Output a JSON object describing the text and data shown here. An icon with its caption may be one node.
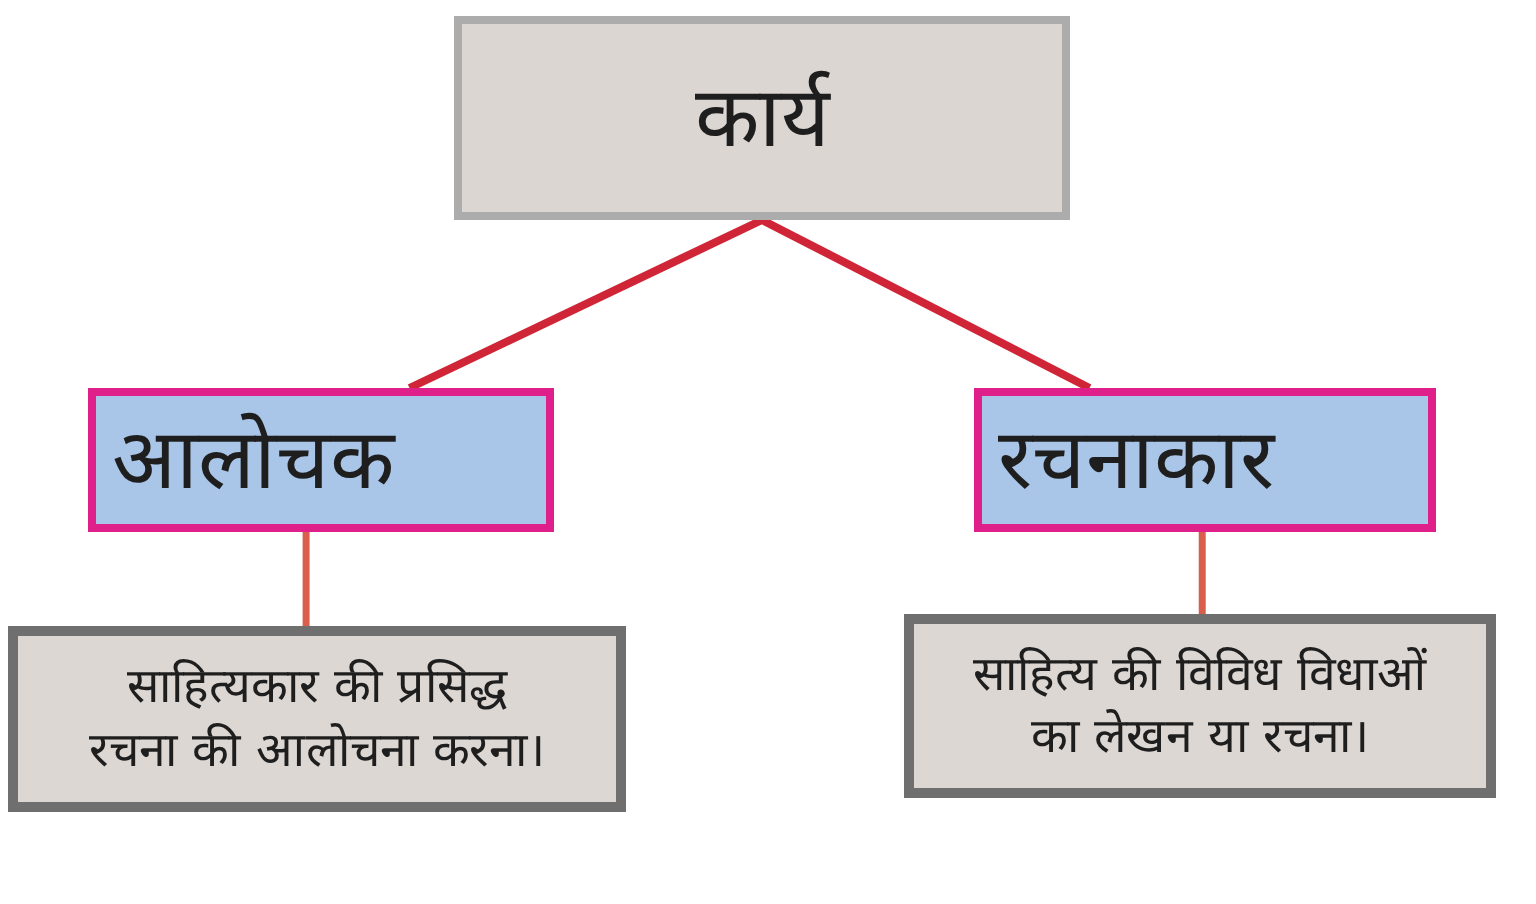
{
  "diagram": {
    "nodes": [
      {
        "text": [
          "कार्य"
        ]
      },
      {
        "text": [
          "आलोचक"
        ]
      },
      {
        "text": [
          "रचनाकार"
        ]
      },
      {
        "text": [
          "साहित्यकार की प्रसिद्ध रचना की आलोचना करना।"
        ]
      },
      {
        "text": [
          "साहित्य की विविध विधाओं का लेखन या रचना।"
        ]
      }
    ],
    "edges": [
      {
        "from": 0,
        "to": 1,
        "arrow": "none"
      },
      {
        "from": 0,
        "to": 2,
        "arrow": "none"
      },
      {
        "from": 1,
        "to": 3,
        "arrow": "none",
        "color": "#d95f4c"
      },
      {
        "from": 2,
        "to": 4,
        "arrow": "none",
        "color": "#d95f4c"
      }
    ]
  }
}
